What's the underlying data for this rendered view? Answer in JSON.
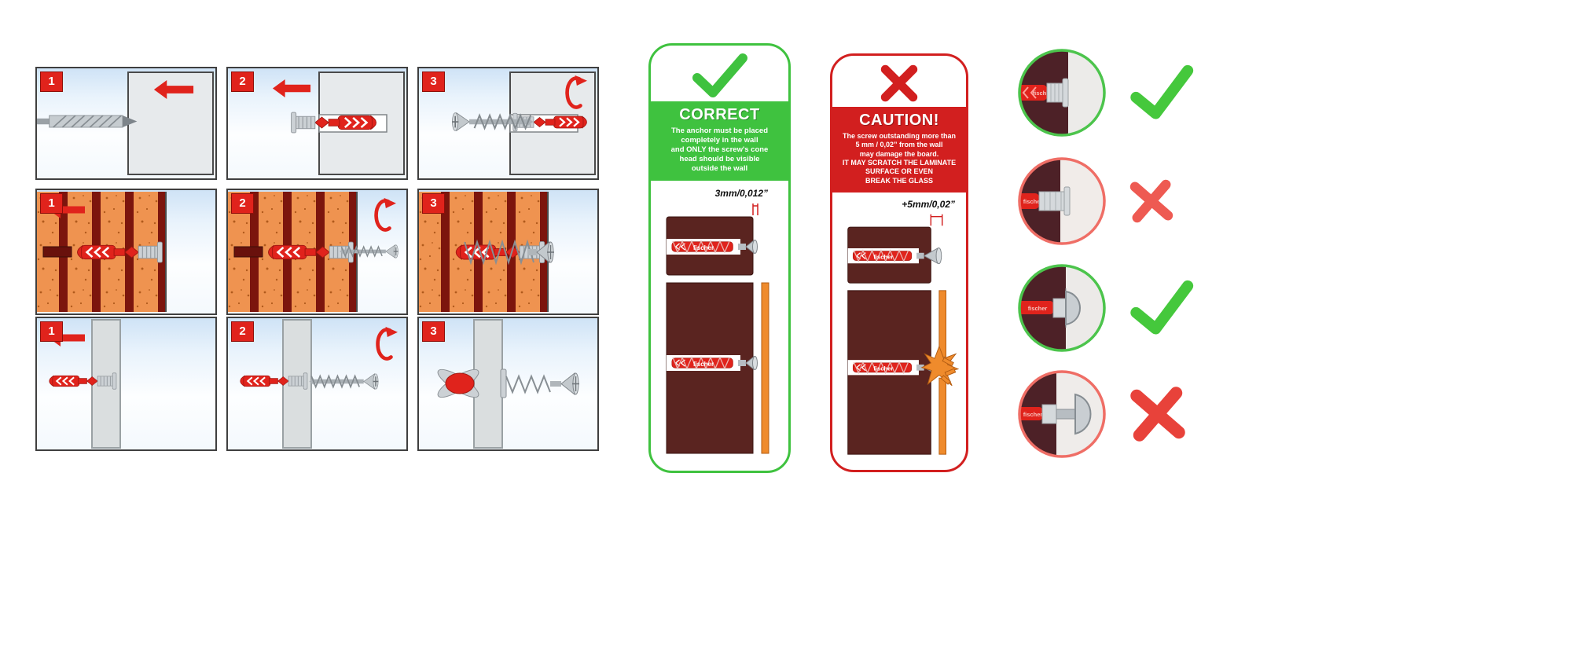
{
  "grid": {
    "step_numbers": [
      "1",
      "2",
      "3"
    ]
  },
  "cards": {
    "correct": {
      "title": "CORRECT",
      "body": "The anchor must be placed\ncompletely in the wall\nand ONLY the screw's cone\nhead should be visible\noutside the wall",
      "measurement": "3mm/0,012”",
      "accent_color": "#3fc23f",
      "mark": "check"
    },
    "caution": {
      "title": "CAUTION!",
      "body": "The screw outstanding more than\n5 mm / 0,02” from the wall\nmay damage the board.\nIT MAY SCRATCH THE LAMINATE\nSURFACE OR EVEN\nBREAK THE GLASS",
      "measurement": "+5mm/0,02”",
      "accent_color": "#d21f1f",
      "mark": "cross"
    }
  },
  "brand": "fischer",
  "results": [
    {
      "mark": "check",
      "color": "#45c83c"
    },
    {
      "mark": "cross",
      "color": "#ee5a52"
    },
    {
      "mark": "check",
      "color": "#45c83c"
    },
    {
      "mark": "cross",
      "color": "#e8423a"
    }
  ]
}
